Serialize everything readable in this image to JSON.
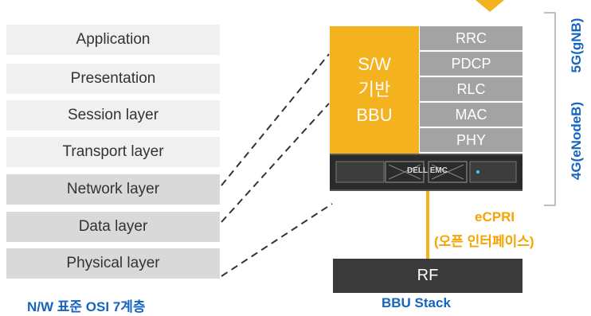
{
  "osi": {
    "layers": [
      "Application",
      "Presentation",
      "Session layer",
      "Transport layer",
      "Network layer",
      "Data layer",
      "Physical layer"
    ],
    "caption": "N/W 표준 OSI 7계층"
  },
  "bbu": {
    "block_lines": [
      "S/W",
      "기반",
      "BBU"
    ],
    "stack_layers": [
      "RRC",
      "PDCP",
      "RLC",
      "MAC",
      "PHY"
    ],
    "server_brand": "DELL EMC",
    "rf_label": "RF",
    "caption": "BBU Stack",
    "link_label": "eCPRI",
    "link_sublabel": "(오픈 인터페이스)",
    "gen_label_5g": "5G(gNB)",
    "gen_label_4g": "4G(eNodeB)"
  },
  "colors": {
    "accent_orange": "#f5b21f",
    "stack_gray": "#a3a3a3",
    "caption_blue": "#1565c0"
  }
}
